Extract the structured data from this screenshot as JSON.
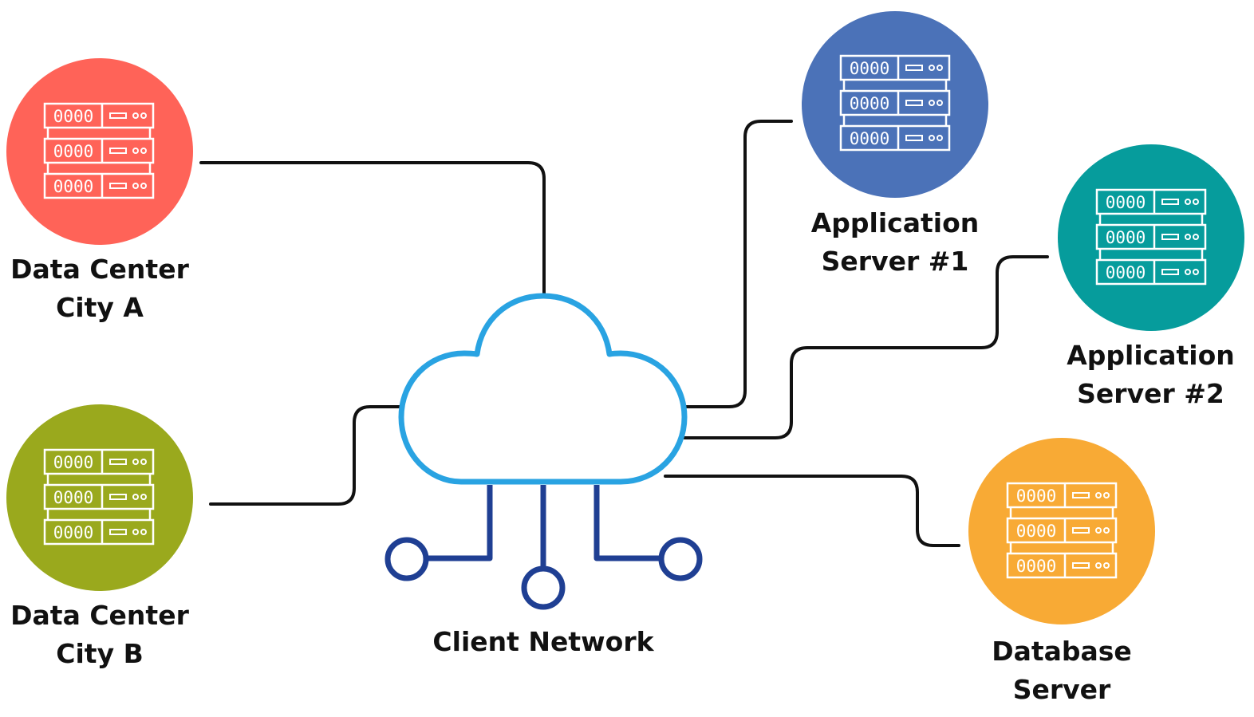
{
  "nodes": {
    "dc_a": {
      "line1": "Data Center",
      "line2": "City A",
      "color": "#FF6358",
      "icon": "server-rack-icon",
      "rack_text": "0000"
    },
    "dc_b": {
      "line1": "Data Center",
      "line2": "City B",
      "color": "#9AA91D",
      "icon": "server-rack-icon",
      "rack_text": "0000"
    },
    "app1": {
      "line1": "Application",
      "line2": "Server #1",
      "color": "#4B72B8",
      "icon": "server-rack-icon",
      "rack_text": "0000"
    },
    "app2": {
      "line1": "Application",
      "line2": "Server #2",
      "color": "#069C9C",
      "icon": "server-rack-icon",
      "rack_text": "0000"
    },
    "db": {
      "line1": "Database",
      "line2": "Server",
      "color": "#F8AA35",
      "icon": "server-rack-icon",
      "rack_text": "0000"
    }
  },
  "cloud": {
    "label": "Client Network",
    "color": "#29A3E2",
    "icon": "cloud-icon",
    "connector_color": "#1F3F93"
  },
  "connection_color": "#111111"
}
